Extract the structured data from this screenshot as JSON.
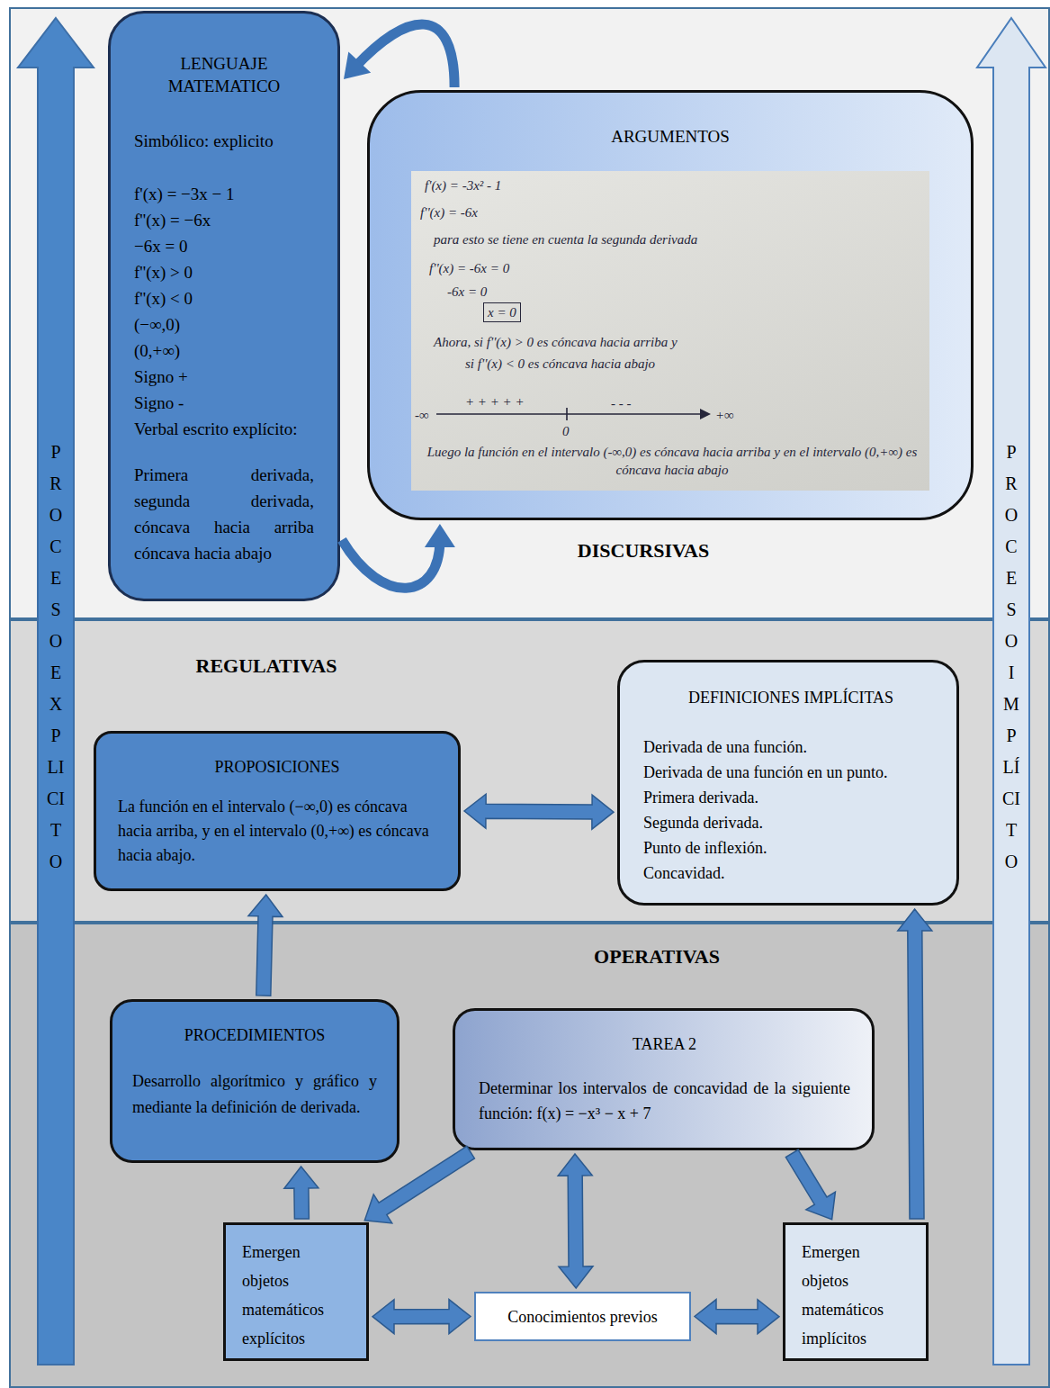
{
  "diagram": {
    "nodes": [
      {
        "text": [
          "DISCURSIVAS"
        ]
      },
      {
        "text": [
          "LENGUAJE MATEMATICO",
          "Simbólico: explicito",
          "f'(x) = −3x − 1",
          "f''(x) = −6x",
          "−6x = 0",
          "f''(x) > 0",
          "f''(x) < 0",
          "(−∞,0)",
          "(0,+∞)",
          "Signo +",
          "Signo -",
          "Verbal escrito explícito:",
          "Primera derivada, segunda derivada, cóncava hacia arriba cóncava hacia abajo"
        ],
        "in": 0
      },
      {
        "text": [
          "ARGUMENTOS"
        ],
        "in": 0
      },
      {
        "text": [
          "f'(x) = -3x² - 1",
          "f''(x) = -6x",
          "para esto se tiene en cuenta la segunda derivada",
          "f''(x) = -6x = 0",
          "-6x = 0",
          "x = 0",
          "Ahora, si f''(x) > 0 es cóncava hacia arriba y",
          "si f''(x) < 0 es cóncava hacia abajo",
          "-∞",
          "+ + + + +",
          "0",
          "- - -",
          "+∞",
          "Luego la función en el intervalo (-∞,0) es cóncava hacia arriba y en el intervalo (0,+∞) es cóncava hacia abajo"
        ],
        "in": 2
      },
      {
        "text": [
          "REGULATIVAS"
        ]
      },
      {
        "text": [
          "PROPOSICIONES",
          "La función en el intervalo (−∞,0) es cóncava hacia arriba, y en el intervalo (0,+∞) es cóncava hacia abajo."
        ],
        "in": 4
      },
      {
        "text": [
          "DEFINICIONES IMPLÍCITAS",
          "Derivada de una función.",
          "Derivada de una función en un punto.",
          "Primera derivada.",
          "Segunda derivada.",
          "Punto de inflexión.",
          "Concavidad."
        ],
        "in": 4
      },
      {
        "text": [
          "OPERATIVAS"
        ]
      },
      {
        "text": [
          "PROCEDIMIENTOS",
          "Desarrollo algorítmico y gráfico y mediante la definición de derivada."
        ],
        "in": 7
      },
      {
        "text": [
          "TAREA 2",
          "Determinar los intervalos de concavidad de la siguiente función: f(x) = −x³ − x + 7"
        ],
        "in": 7
      },
      {
        "text": [
          "Emergen objetos matemáticos explícitos"
        ],
        "in": 7
      },
      {
        "text": [
          "Conocimientos previos"
        ],
        "in": 7
      },
      {
        "text": [
          "Emergen objetos matemáticos implícitos"
        ],
        "in": 7
      },
      {
        "text": [
          "PROCESO EXPLICITO"
        ]
      },
      {
        "text": [
          "PROCESO IMPLÍCITO"
        ]
      }
    ],
    "edges": [
      {
        "from": 2,
        "to": 1,
        "arrow": "to"
      },
      {
        "from": 1,
        "to": 2,
        "arrow": "to"
      },
      {
        "from": 5,
        "to": 6,
        "arrow": "both"
      },
      {
        "from": 8,
        "to": 5,
        "arrow": "to"
      },
      {
        "from": 10,
        "to": 8,
        "arrow": "to"
      },
      {
        "from": 9,
        "to": 10,
        "arrow": "to"
      },
      {
        "from": 9,
        "to": 11,
        "arrow": "both"
      },
      {
        "from": 9,
        "to": 12,
        "arrow": "to"
      },
      {
        "from": 10,
        "to": 11,
        "arrow": "both"
      },
      {
        "from": 11,
        "to": 12,
        "arrow": "both"
      },
      {
        "from": 12,
        "to": 6,
        "arrow": "to"
      }
    ]
  }
}
